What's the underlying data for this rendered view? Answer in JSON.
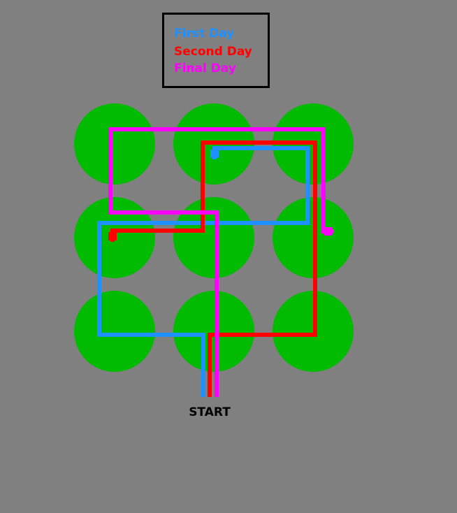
{
  "legend": {
    "items": [
      {
        "label": "First Day",
        "color": "#1e90ff"
      },
      {
        "label": "Second Day",
        "color": "#ff0000"
      },
      {
        "label": "Final Day",
        "color": "#ff00ff"
      }
    ]
  },
  "start_label": "START",
  "field": {
    "background_color": "#808080",
    "circle_color": "#00bb00",
    "rows": 3,
    "columns": 3
  }
}
